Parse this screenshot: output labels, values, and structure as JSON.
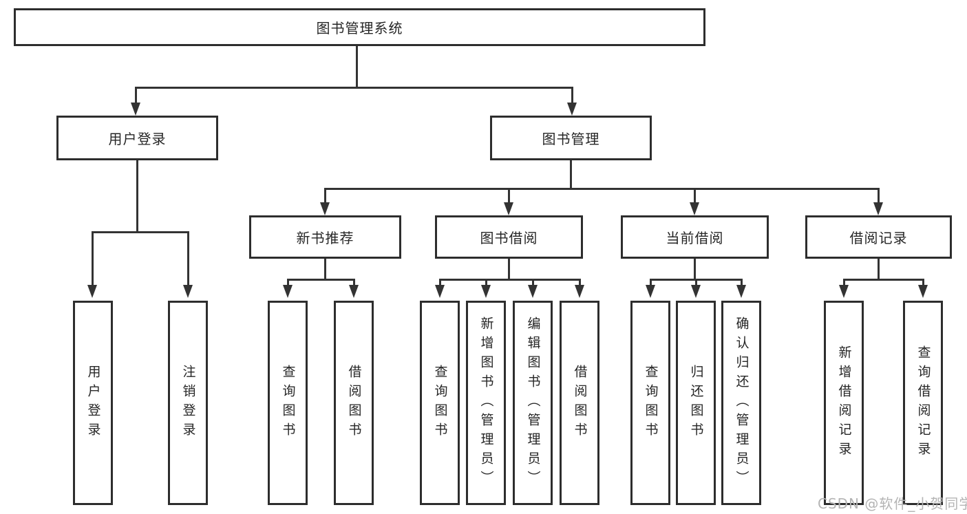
{
  "tree": {
    "root": {
      "label": "图书管理系统",
      "children": [
        {
          "label": "用户登录",
          "children": [
            {
              "label": "用户登录"
            },
            {
              "label": "注销登录"
            }
          ]
        },
        {
          "label": "图书管理",
          "children": [
            {
              "label": "新书推荐",
              "children": [
                {
                  "label": "查询图书"
                },
                {
                  "label": "借阅图书"
                }
              ]
            },
            {
              "label": "图书借阅",
              "children": [
                {
                  "label": "查询图书"
                },
                {
                  "label": "新增图书（管理员）"
                },
                {
                  "label": "编辑图书（管理员）"
                },
                {
                  "label": "借阅图书"
                }
              ]
            },
            {
              "label": "当前借阅",
              "children": [
                {
                  "label": "查询图书"
                },
                {
                  "label": "归还图书"
                },
                {
                  "label": "确认归还（管理员）"
                }
              ]
            },
            {
              "label": "借阅记录",
              "children": [
                {
                  "label": "新增借阅记录"
                },
                {
                  "label": "查询借阅记录"
                }
              ]
            }
          ]
        }
      ]
    }
  },
  "watermark": {
    "text": "CSDN @软件_小贺同学"
  },
  "colors": {
    "line": "#333333",
    "box_border": "#2d2d2d",
    "box_fill": "#ffffff",
    "text": "#262626",
    "watermark": "#b4b4b4",
    "background": "#ffffff"
  }
}
